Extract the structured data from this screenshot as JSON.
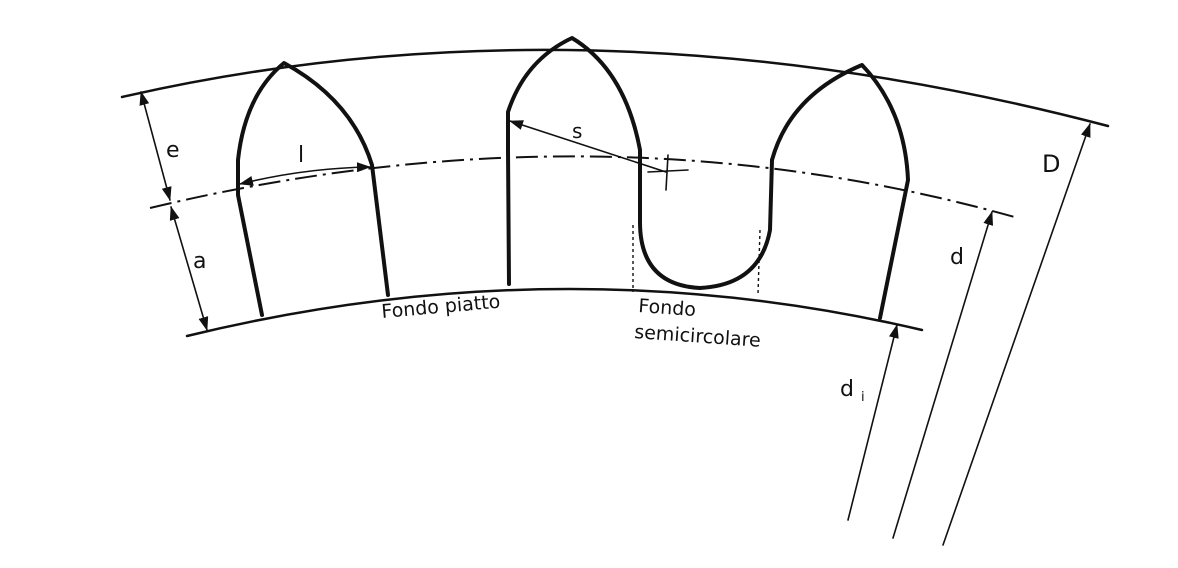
{
  "diagram": {
    "labels": {
      "e": "e",
      "a": "a",
      "l": "l",
      "s": "s",
      "D": "D",
      "d": "d",
      "d1_base": "d",
      "d1_sub": "i",
      "flat_bottom": "Fondo piatto",
      "semicircular_bottom_line1": "Fondo",
      "semicircular_bottom_line2": "semicircolare"
    }
  }
}
